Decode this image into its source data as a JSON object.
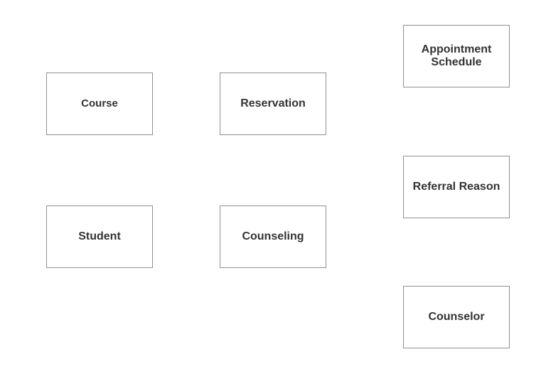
{
  "entities": {
    "course": "Course",
    "reservation": "Reservation",
    "appointment_schedule": "Appointment Schedule",
    "student": "Student",
    "counseling": "Counseling",
    "referral_reason": "Referral Reason",
    "counselor": "Counselor"
  }
}
